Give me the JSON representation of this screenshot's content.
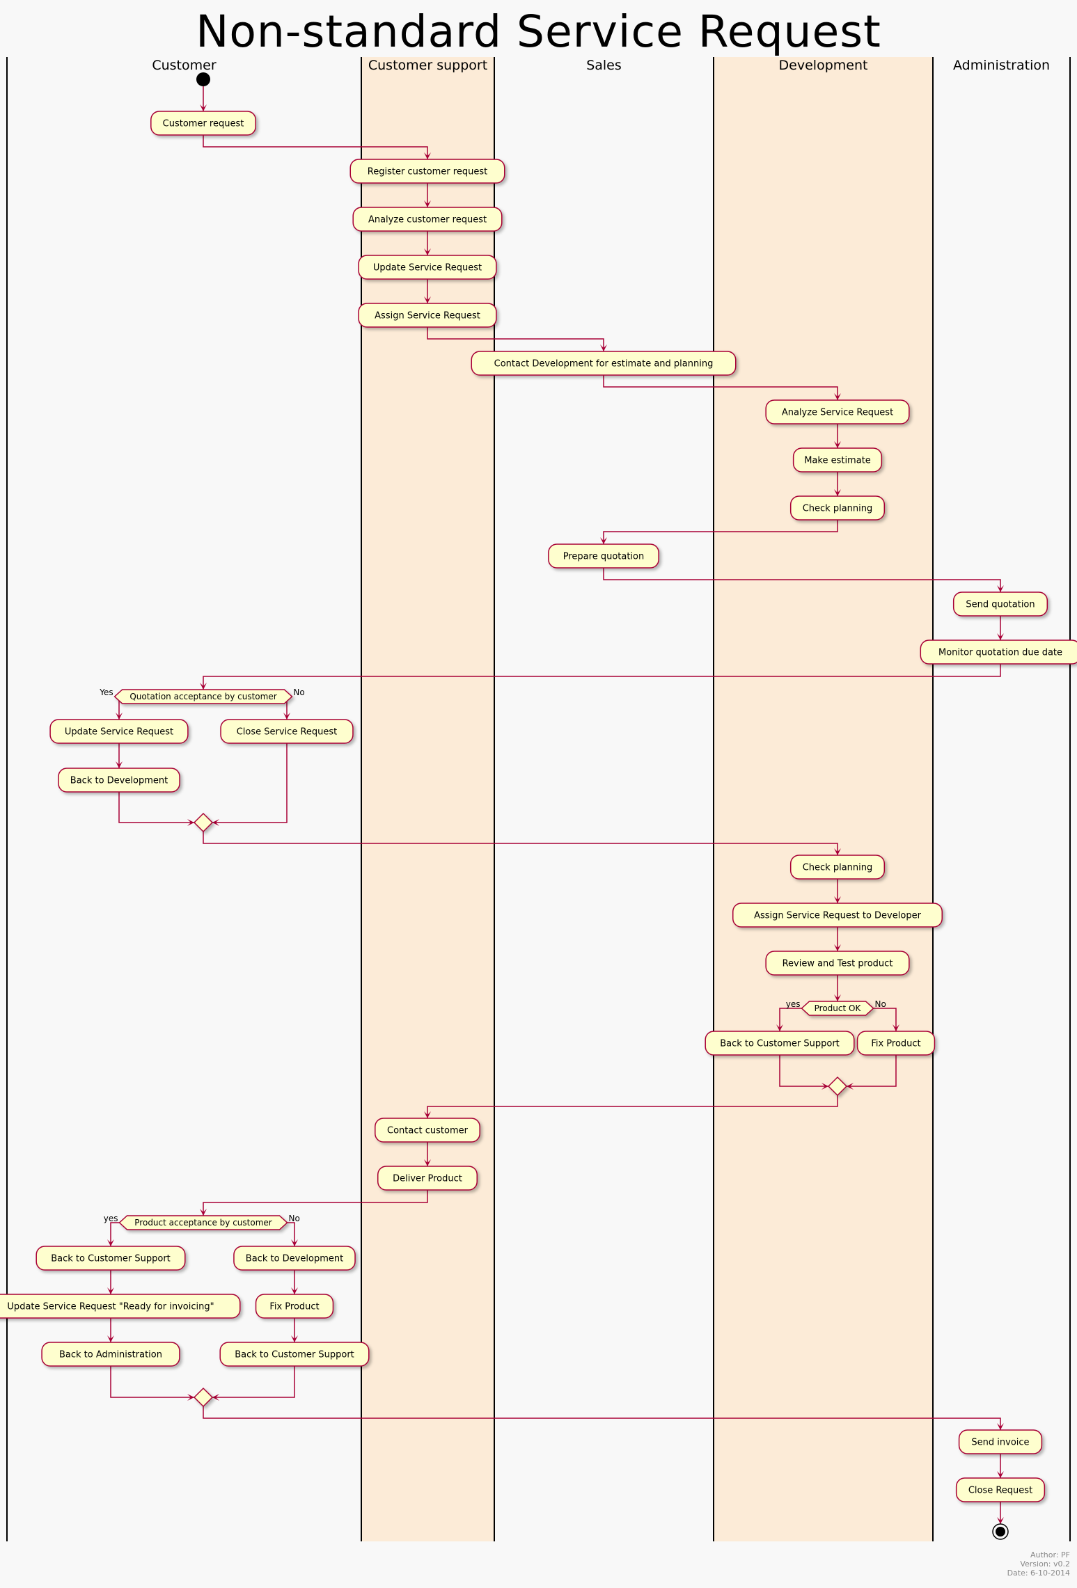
{
  "title": "Non-standard Service Request",
  "colors": {
    "background": "#f8f8f8",
    "lane_shaded": "#fcebd7",
    "activity_fill": "#fefece",
    "border": "#a80036",
    "line": "#000000"
  },
  "lanes": [
    "Customer",
    "Customer support",
    "Sales",
    "Development",
    "Administration"
  ],
  "activities": [
    {
      "id": "a1",
      "label": "Customer request"
    },
    {
      "id": "a2",
      "label": "Register customer request"
    },
    {
      "id": "a3",
      "label": "Analyze customer request"
    },
    {
      "id": "a4",
      "label": "Update Service Request"
    },
    {
      "id": "a5",
      "label": "Assign Service Request"
    },
    {
      "id": "a6",
      "label": "Contact Development for estimate and planning"
    },
    {
      "id": "a7",
      "label": "Analyze Service Request"
    },
    {
      "id": "a8",
      "label": "Make estimate"
    },
    {
      "id": "a9",
      "label": "Check planning"
    },
    {
      "id": "a10",
      "label": "Prepare quotation"
    },
    {
      "id": "a11",
      "label": "Send quotation"
    },
    {
      "id": "a12",
      "label": "Monitor quotation due date"
    },
    {
      "id": "a13",
      "label": "Update Service Request"
    },
    {
      "id": "a14",
      "label": "Back to Development"
    },
    {
      "id": "a15",
      "label": "Close Service Request"
    },
    {
      "id": "a16",
      "label": "Check planning"
    },
    {
      "id": "a17",
      "label": "Assign Service Request to Developer"
    },
    {
      "id": "a18",
      "label": "Review and Test product"
    },
    {
      "id": "a19",
      "label": "Back to Customer Support"
    },
    {
      "id": "a20",
      "label": "Fix Product"
    },
    {
      "id": "a21",
      "label": "Contact customer"
    },
    {
      "id": "a22",
      "label": "Deliver Product"
    },
    {
      "id": "a23",
      "label": "Back to Customer Support"
    },
    {
      "id": "a24",
      "label": "Update Service Request \"Ready for invoicing\""
    },
    {
      "id": "a25",
      "label": "Back to Administration"
    },
    {
      "id": "a26",
      "label": "Back to Development"
    },
    {
      "id": "a27",
      "label": "Fix Product"
    },
    {
      "id": "a28",
      "label": "Back to Customer Support"
    },
    {
      "id": "a29",
      "label": "Send invoice"
    },
    {
      "id": "a30",
      "label": "Close Request"
    }
  ],
  "decisions": [
    {
      "id": "d1",
      "label": "Quotation acceptance by customer",
      "left_branch": "Yes",
      "right_branch": "No"
    },
    {
      "id": "d2",
      "label": "Product OK",
      "left_branch": "yes",
      "right_branch": "No"
    },
    {
      "id": "d3",
      "label": "Product acceptance by customer",
      "left_branch": "yes",
      "right_branch": "No"
    }
  ],
  "footer": {
    "author": "Author: PF",
    "version": "Version: v0.2",
    "date": "Date: 6-10-2014"
  }
}
